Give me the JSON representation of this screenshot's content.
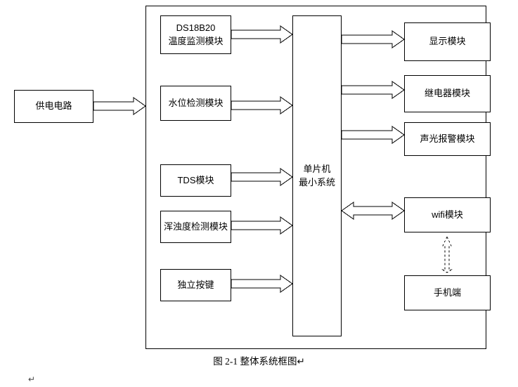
{
  "figure": {
    "caption": "图 2-1 整体系统框图↵",
    "footer_mark": "↵"
  },
  "blocks": {
    "power": {
      "lines": [
        "供电电路"
      ]
    },
    "ds18b20": {
      "lines": [
        "DS18B20",
        "温度监测模块"
      ]
    },
    "water_level": {
      "lines": [
        "水位检测模块"
      ]
    },
    "tds": {
      "lines": [
        "TDS模块"
      ]
    },
    "turbidity": {
      "lines": [
        "浑浊度检测模块"
      ]
    },
    "keys": {
      "lines": [
        "独立按键"
      ]
    },
    "mcu": {
      "lines": [
        "单片机",
        "最小系统"
      ]
    },
    "display": {
      "lines": [
        "显示模块"
      ]
    },
    "relay": {
      "lines": [
        "继电器模块"
      ]
    },
    "alarm": {
      "lines": [
        "声光报警模块"
      ]
    },
    "wifi": {
      "lines": [
        "wifi模块"
      ]
    },
    "phone": {
      "lines": [
        "手机端"
      ]
    }
  },
  "connections": [
    {
      "name": "power-to-system",
      "from": "power",
      "to": "system-frame",
      "style": "hollow-arrow"
    },
    {
      "name": "ds18b20-to-mcu",
      "from": "ds18b20",
      "to": "mcu",
      "style": "hollow-arrow"
    },
    {
      "name": "water-level-to-mcu",
      "from": "water_level",
      "to": "mcu",
      "style": "hollow-arrow"
    },
    {
      "name": "tds-to-mcu",
      "from": "tds",
      "to": "mcu",
      "style": "hollow-arrow"
    },
    {
      "name": "turbidity-to-mcu",
      "from": "turbidity",
      "to": "mcu",
      "style": "hollow-arrow"
    },
    {
      "name": "keys-to-mcu",
      "from": "keys",
      "to": "mcu",
      "style": "hollow-arrow"
    },
    {
      "name": "mcu-to-display",
      "from": "mcu",
      "to": "display",
      "style": "hollow-arrow"
    },
    {
      "name": "mcu-to-relay",
      "from": "mcu",
      "to": "relay",
      "style": "hollow-arrow"
    },
    {
      "name": "mcu-to-alarm",
      "from": "mcu",
      "to": "alarm",
      "style": "hollow-arrow"
    },
    {
      "name": "mcu-wifi-bidirectional",
      "from": "mcu",
      "to": "wifi",
      "style": "hollow-double-arrow"
    },
    {
      "name": "wifi-phone-wireless",
      "from": "wifi",
      "to": "phone",
      "style": "dashed-double-arrow"
    }
  ],
  "colors": {
    "stroke": "#000000",
    "background": "#ffffff"
  }
}
